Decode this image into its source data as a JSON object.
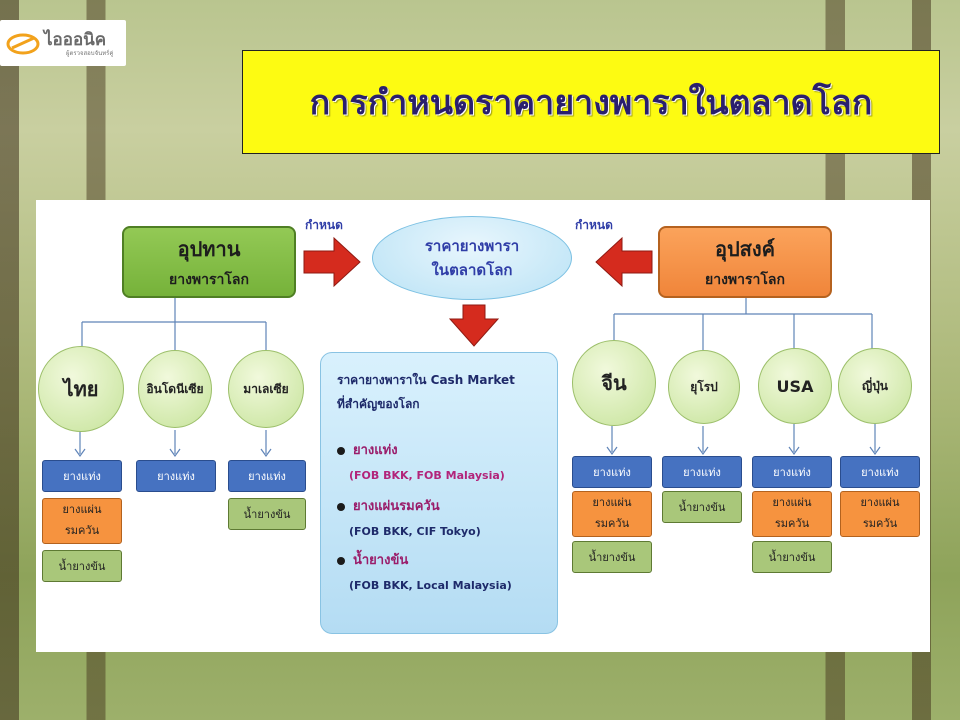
{
  "logo": {
    "name": "ไอออนิค",
    "tagline": "ผู้ตรวจสอบจันทร์คู่"
  },
  "title": "การกำหนดราคายางพาราในตลาดโลก",
  "colors": {
    "title_bg": "#fdfb12",
    "title_text": "#2a1f6e",
    "supply": "#7fbd45",
    "demand": "#f5903f",
    "price": "#c6e8f7",
    "arrow": "#d52b1e",
    "label_blue": "#4672c1",
    "label_orange": "#f6933f",
    "label_olive": "#a9c77a"
  },
  "supply": {
    "title": "อุปทาน",
    "subtitle": "ยางพาราโลก"
  },
  "demand": {
    "title": "อุปสงค์",
    "subtitle": "ยางพาราโลก"
  },
  "price": {
    "line1": "ราคายางพารา",
    "line2": "ในตลาดโลก"
  },
  "arrow_labels": {
    "left": "กำหนด",
    "right": "กำหนด"
  },
  "producers": [
    {
      "name": "ไทย",
      "products": [
        "ยางแท่ง",
        "ยางแผ่น\nรมควัน",
        "น้ำยางข้น"
      ]
    },
    {
      "name": "อินโดนีเซีย",
      "products": [
        "ยางแท่ง"
      ]
    },
    {
      "name": "มาเลเซีย",
      "products": [
        "ยางแท่ง",
        "น้ำยางข้น"
      ]
    }
  ],
  "consumers": [
    {
      "name": "จีน",
      "products": [
        "ยางแท่ง",
        "ยางแผ่น\nรมควัน",
        "น้ำยางข้น"
      ]
    },
    {
      "name": "ยุโรป",
      "products": [
        "ยางแท่ง",
        "น้ำยางข้น"
      ]
    },
    {
      "name": "USA",
      "products": [
        "ยางแท่ง",
        "ยางแผ่น\nรมควัน",
        "น้ำยางข้น"
      ]
    },
    {
      "name": "ญี่ปุ่น",
      "products": [
        "ยางแท่ง",
        "ยางแผ่น\nรมควัน"
      ]
    }
  ],
  "market": {
    "heading1": "ราคายางพาราใน Cash Market",
    "heading2": "ที่สำคัญของโลก",
    "items": [
      {
        "name": "ยางแท่ง",
        "markets": "(FOB BKK, FOB Malaysia)"
      },
      {
        "name": "ยางแผ่นรมควัน",
        "markets": "(FOB BKK, CIF Tokyo)"
      },
      {
        "name": "น้ำยางข้น",
        "markets": "(FOB BKK, Local Malaysia)"
      }
    ]
  }
}
